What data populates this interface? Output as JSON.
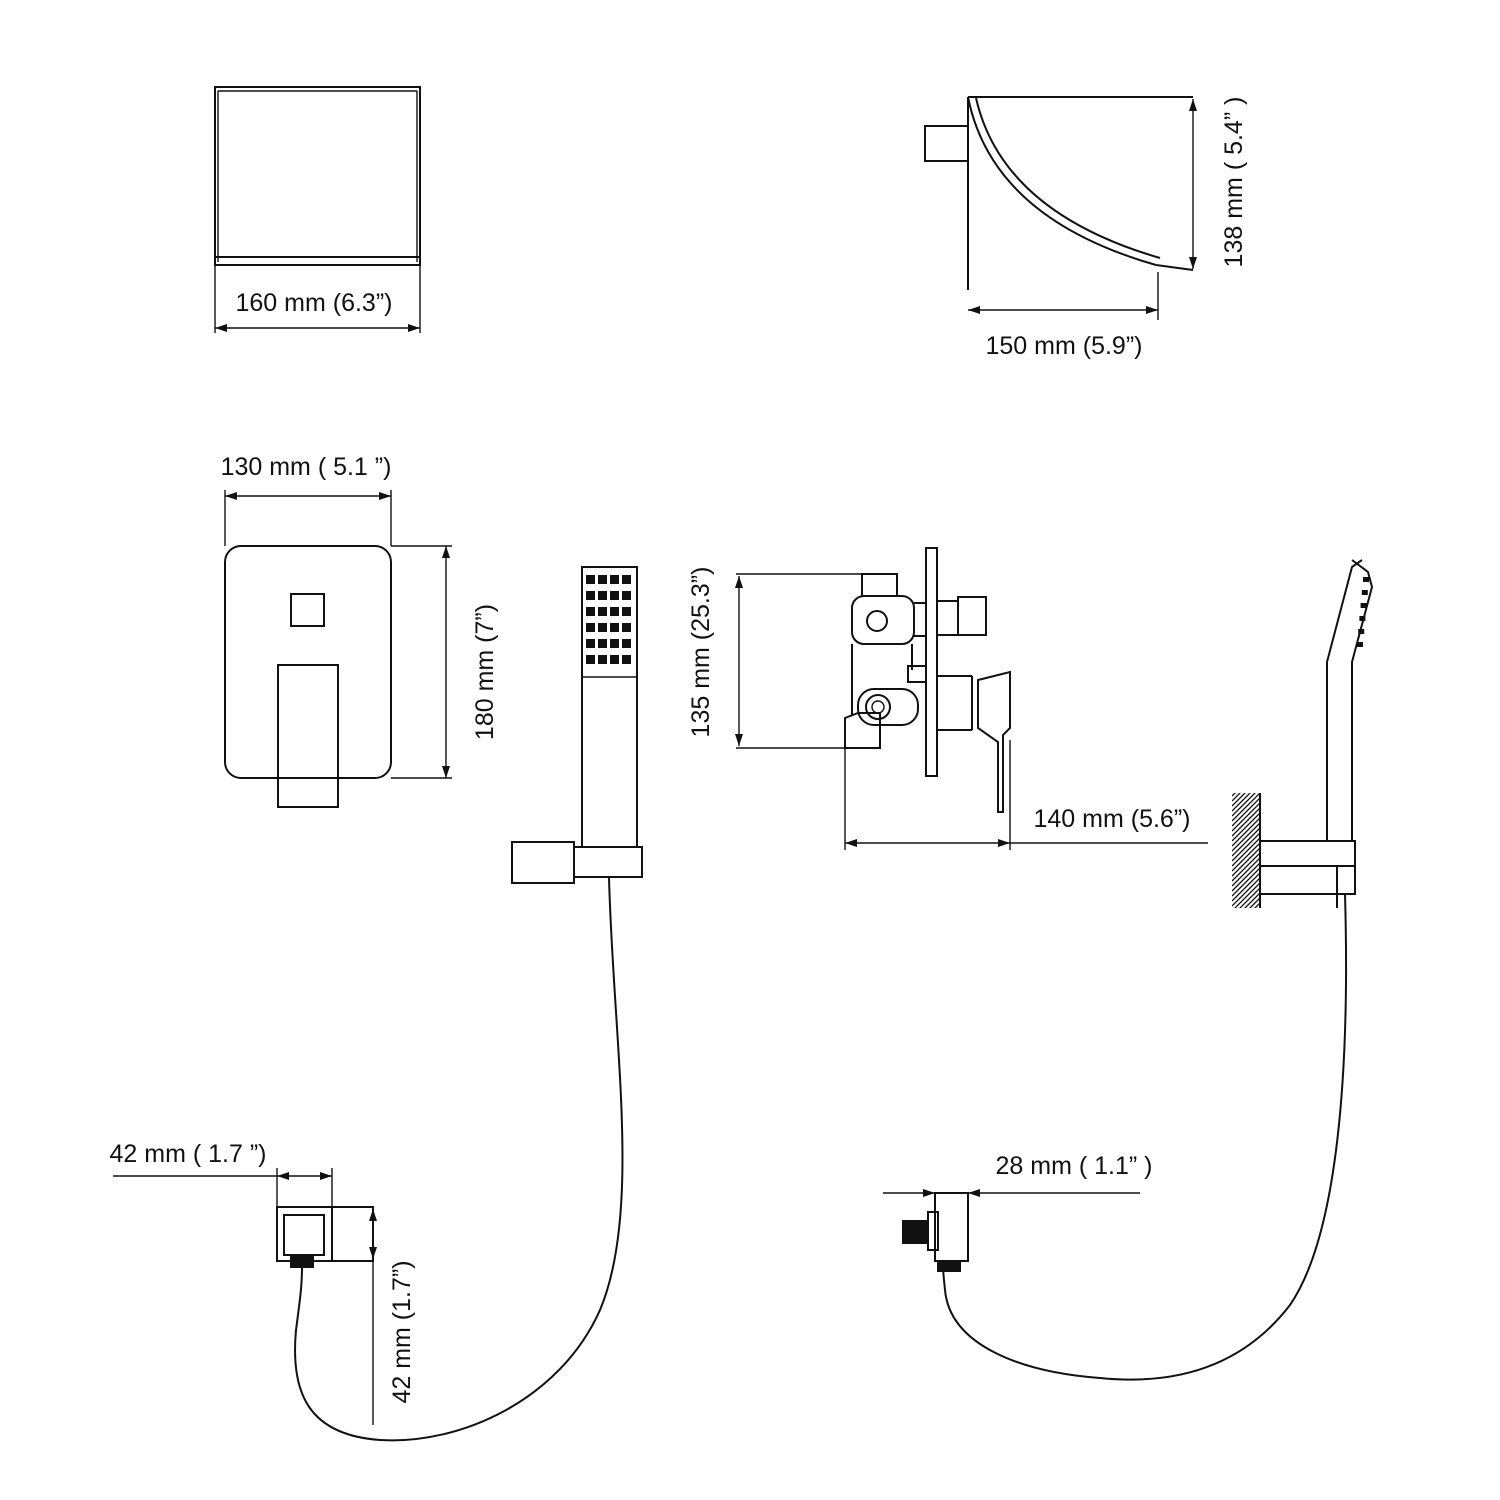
{
  "colors": {
    "ink": "#111111",
    "background": "#ffffff"
  },
  "dimensions": {
    "spout_width": "160 mm (6.3”)",
    "spout_depth": "150 mm (5.9”)",
    "spout_height": "138 mm ( 5.4” )",
    "plate_width": "130 mm ( 5.1 ”)",
    "plate_height": "180 mm (7”)",
    "valve_height": "135 mm (25.3”)",
    "valve_depth": "140 mm (5.6”)",
    "elbow_width": "42 mm ( 1.7 ”)",
    "elbow_height": "42 mm (1.7”)",
    "elbow_side_depth": "28 mm ( 1.1” )"
  }
}
